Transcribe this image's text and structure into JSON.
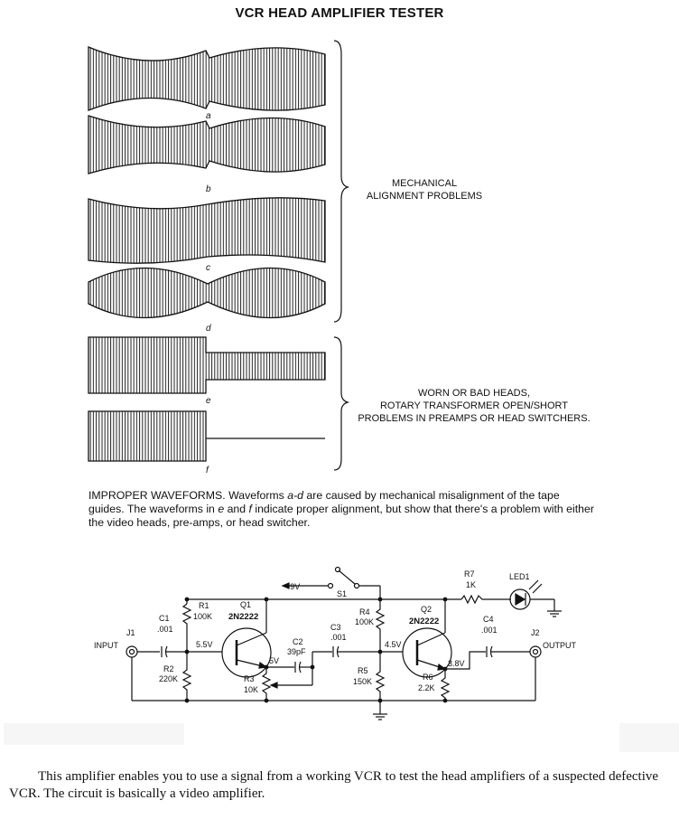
{
  "title": "VCR HEAD AMPLIFIER TESTER",
  "waveforms": {
    "labels": [
      "a",
      "b",
      "c",
      "d",
      "e",
      "f"
    ],
    "group1_label": [
      "MECHANICAL",
      "ALIGNMENT PROBLEMS"
    ],
    "group2_label": [
      "WORN OR BAD HEADS,",
      "ROTARY TRANSFORMER OPEN/SHORT",
      "PROBLEMS IN PREAMPS OR HEAD SWITCHERS."
    ]
  },
  "caption": {
    "lead": "IMPROPER WAVEFORMS.",
    "t1": " Waveforms ",
    "i1": "a-d",
    "t2": " are caused by mechanical misalignment of the tape guides. The waveforms in ",
    "i2": "e",
    "t3": " and ",
    "i3": "f",
    "t4": " indicate proper alignment, but show that there's a problem with either the video heads, pre-amps, or head switcher."
  },
  "schematic": {
    "supply": "+9V",
    "s1": "S1",
    "r7": "R7",
    "r7v": "1K",
    "led": "LED1",
    "r1": "R1",
    "r1v": "100K",
    "q1": "Q1",
    "q1v": "2N2222",
    "c1": "C1",
    "c1v": ".001",
    "j1": "J1",
    "input": "INPUT",
    "v1": "5.5V",
    "c2": "C2",
    "c2v": "39pF",
    "v2": "5V",
    "c3": "C3",
    "c3v": ".001",
    "r4": "R4",
    "r4v": "100K",
    "q2": "Q2",
    "q2v": "2N2222",
    "v3": "4.5V",
    "c4": "C4",
    "c4v": ".001",
    "j2": "J2",
    "output": "OUTPUT",
    "v4": "3.8V",
    "r2": "R2",
    "r2v": "220K",
    "r3": "R3",
    "r3v": "10K",
    "r5": "R5",
    "r5v": "150K",
    "r6": "R6",
    "r6v": "2.2K"
  },
  "body_text": "This amplifier enables you to use a signal from a working VCR to test the head amplifiers of a suspected defective VCR. The circuit is basically a video amplifier."
}
